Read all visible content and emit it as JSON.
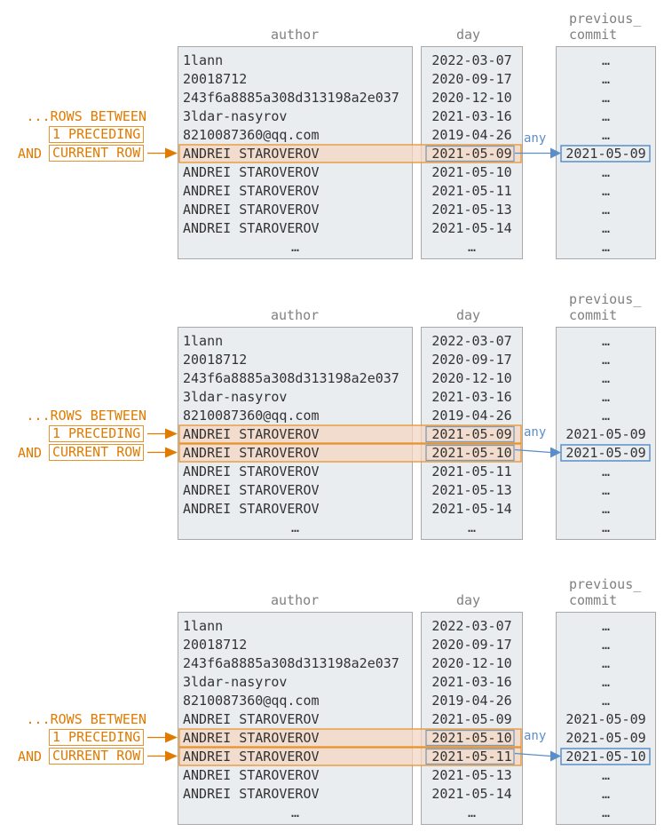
{
  "headers": {
    "author": "author",
    "day": "day",
    "previous_line1": "previous_",
    "previous_line2": "commit"
  },
  "labels": {
    "rows_between": "...ROWS BETWEEN",
    "preceding": "1 PRECEDING",
    "and": "AND",
    "current_row": "CURRENT ROW",
    "any": "any"
  },
  "colors": {
    "orange": "#e07b00",
    "highlight_fill": "#f3d6c1",
    "blue": "#5b8ec9",
    "box_bg": "#e9edf0"
  },
  "panels": [
    {
      "authors": [
        "1lann",
        "20018712",
        "243f6a8885a308d313198a2e037",
        "3ldar-nasyrov",
        "8210087360@qq.com",
        "ANDREI STAROVEROV",
        "ANDREI STAROVEROV",
        "ANDREI STAROVEROV",
        "ANDREI STAROVEROV",
        "ANDREI STAROVEROV",
        "..."
      ],
      "days": [
        "2022-03-07",
        "2020-09-17",
        "2020-12-10",
        "2021-03-16",
        "2019-04-26",
        "2021-05-09",
        "2021-05-10",
        "2021-05-11",
        "2021-05-13",
        "2021-05-14",
        "..."
      ],
      "previous": [
        "...",
        "...",
        "...",
        "...",
        "...",
        "2021-05-09",
        "...",
        "...",
        "...",
        "...",
        "..."
      ],
      "frame_rows": [
        5
      ],
      "current_row": 5,
      "label_row": 5
    },
    {
      "authors": [
        "1lann",
        "20018712",
        "243f6a8885a308d313198a2e037",
        "3ldar-nasyrov",
        "8210087360@qq.com",
        "ANDREI STAROVEROV",
        "ANDREI STAROVEROV",
        "ANDREI STAROVEROV",
        "ANDREI STAROVEROV",
        "ANDREI STAROVEROV",
        "..."
      ],
      "days": [
        "2022-03-07",
        "2020-09-17",
        "2020-12-10",
        "2021-03-16",
        "2019-04-26",
        "2021-05-09",
        "2021-05-10",
        "2021-05-11",
        "2021-05-13",
        "2021-05-14",
        "..."
      ],
      "previous": [
        "...",
        "...",
        "...",
        "...",
        "...",
        "2021-05-09",
        "2021-05-09",
        "...",
        "...",
        "...",
        "..."
      ],
      "frame_rows": [
        5,
        6
      ],
      "current_row": 6,
      "label_row": 6
    },
    {
      "authors": [
        "1lann",
        "20018712",
        "243f6a8885a308d313198a2e037",
        "3ldar-nasyrov",
        "8210087360@qq.com",
        "ANDREI STAROVEROV",
        "ANDREI STAROVEROV",
        "ANDREI STAROVEROV",
        "ANDREI STAROVEROV",
        "ANDREI STAROVEROV",
        "..."
      ],
      "days": [
        "2022-03-07",
        "2020-09-17",
        "2020-12-10",
        "2021-03-16",
        "2019-04-26",
        "2021-05-09",
        "2021-05-10",
        "2021-05-11",
        "2021-05-13",
        "2021-05-14",
        "..."
      ],
      "previous": [
        "...",
        "...",
        "...",
        "...",
        "...",
        "2021-05-09",
        "2021-05-09",
        "2021-05-10",
        "...",
        "...",
        "..."
      ],
      "frame_rows": [
        6,
        7
      ],
      "current_row": 7,
      "label_row": 7
    }
  ]
}
